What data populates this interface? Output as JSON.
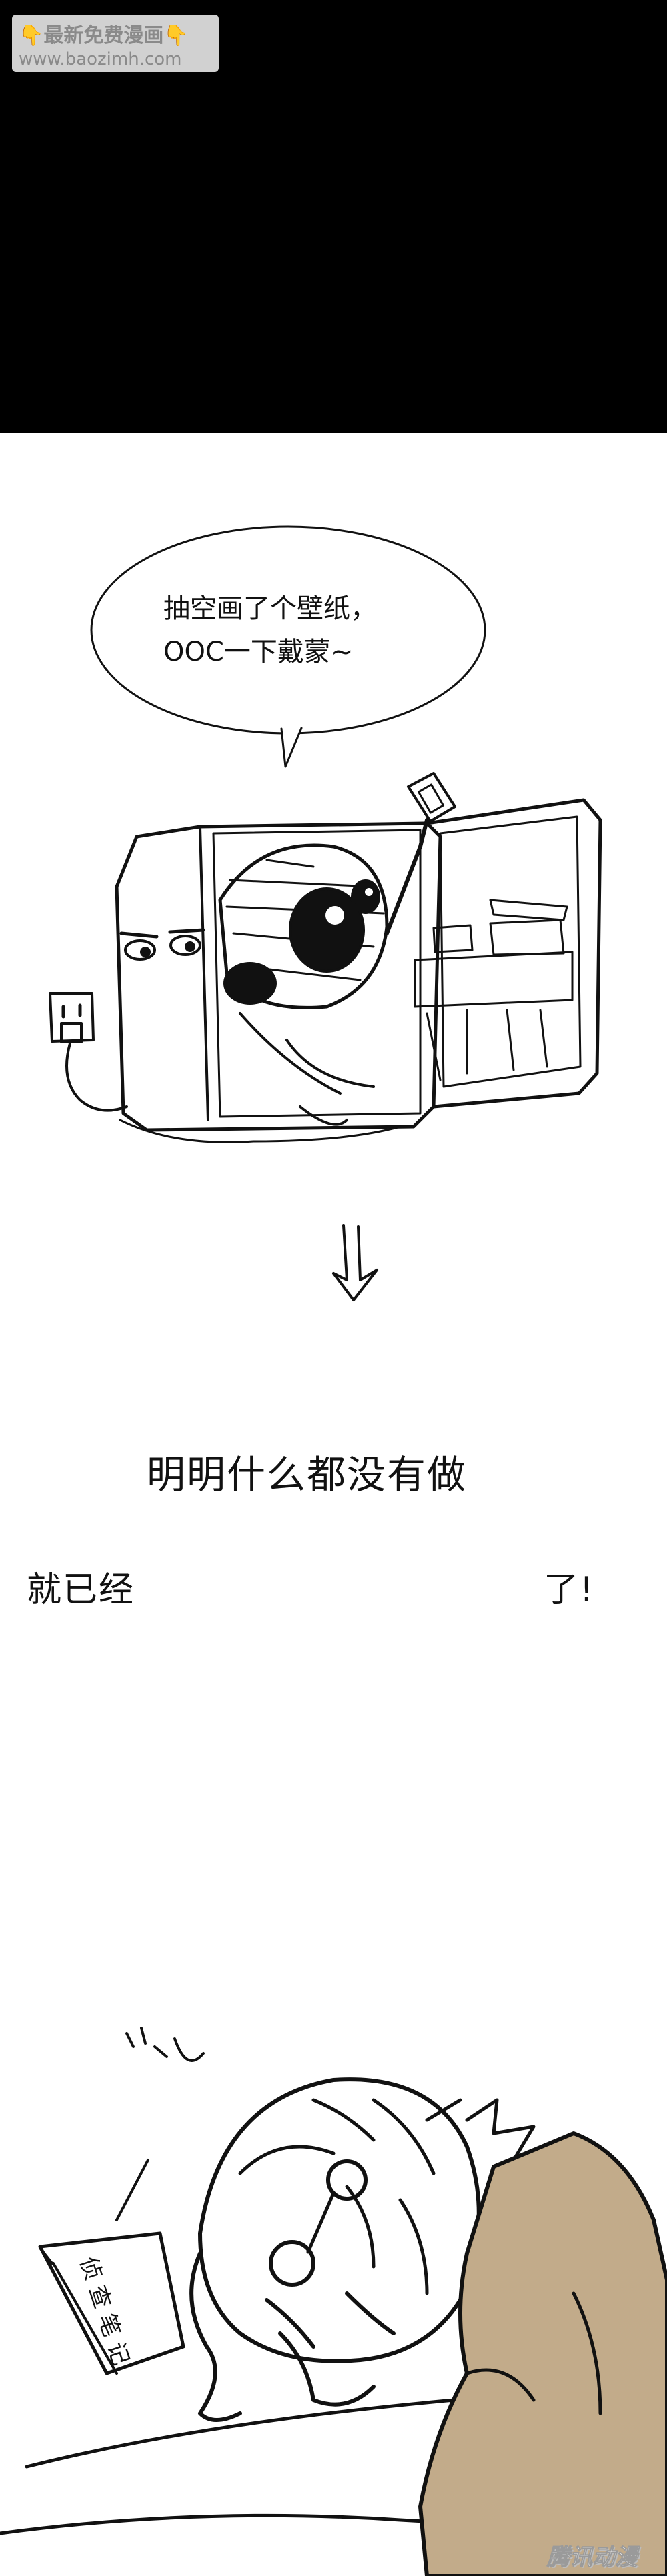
{
  "watermark": {
    "line1": "最新免费漫画",
    "line2": "www.baozimh.com",
    "hand_glyph": "👇"
  },
  "panel1": {
    "speech_line1": "抽空画了个壁纸，",
    "speech_line2": "OOC一下戴蒙~"
  },
  "panel2": {
    "caption_main": "明明什么都没有做",
    "caption_left": "就已经",
    "caption_right": "了!"
  },
  "panel3": {
    "notebook_text": "侦 查 笔 记"
  },
  "footer": {
    "source_logo": "腾讯动漫"
  },
  "colors": {
    "top_band": "#000000",
    "coat": "#c2ab8a",
    "ink": "#111111"
  }
}
